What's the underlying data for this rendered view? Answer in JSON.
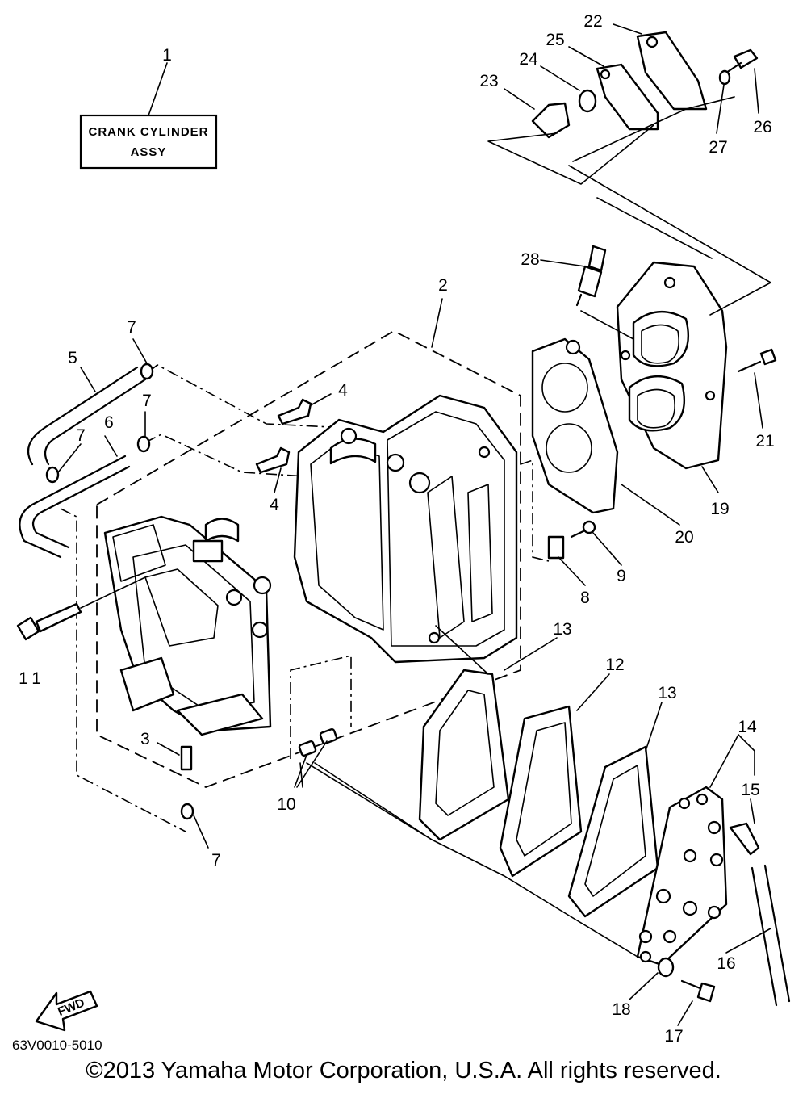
{
  "assembly_label": {
    "line1": "CRANK CYLINDER",
    "line2": "ASSY"
  },
  "callouts": [
    "1",
    "2",
    "3",
    "4",
    "4",
    "5",
    "6",
    "7",
    "7",
    "7",
    "7",
    "8",
    "9",
    "10",
    "11",
    "12",
    "13",
    "13",
    "14",
    "15",
    "16",
    "17",
    "18",
    "19",
    "20",
    "21",
    "22",
    "23",
    "24",
    "25",
    "26",
    "27",
    "28"
  ],
  "fwd_label": "FWD",
  "diagram_code": "63V0010-5010",
  "copyright": "©2013 Yamaha Motor Corporation, U.S.A. All rights reserved."
}
